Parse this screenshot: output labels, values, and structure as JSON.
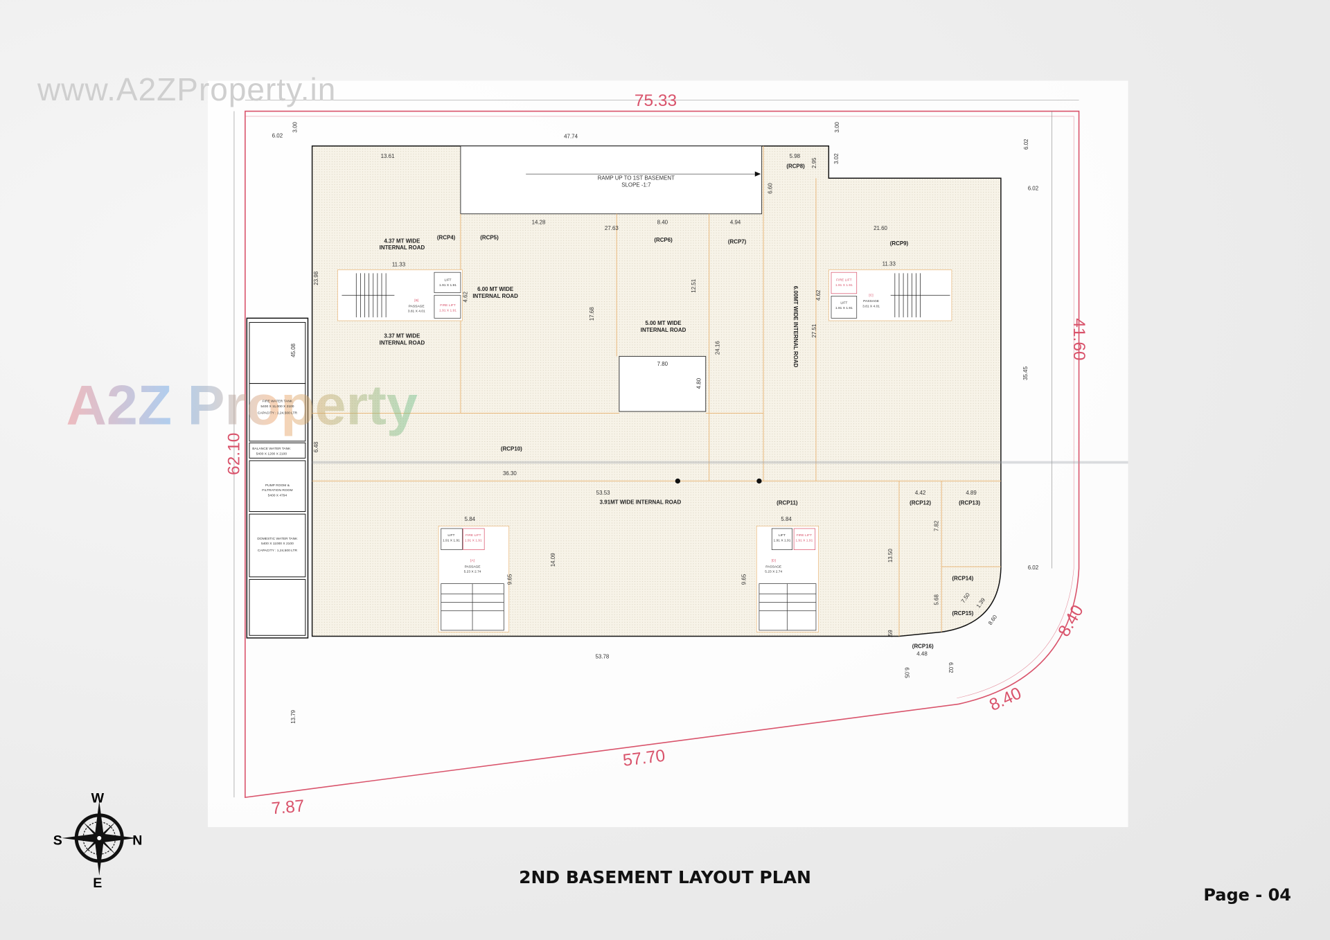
{
  "watermark": {
    "url": "www.A2ZProperty.in",
    "logo": "A2Z Property"
  },
  "title": "2ND BASEMENT LAYOUT PLAN",
  "page": "Page - 04",
  "compass": {
    "w": "W",
    "s": "S",
    "n": "N",
    "e": "E"
  },
  "colors": {
    "boundary": "#d9536b",
    "floor": "#f6f1e4",
    "grid": "#e9b87c",
    "outline": "#111111"
  },
  "plot_dims": {
    "top": "75.33",
    "left": "62.10",
    "right": "41.60",
    "bottom": "57.70",
    "bottom_left": "7.87",
    "curve_a": "8.40",
    "curve_b": "8.40"
  },
  "dims": {
    "d602tl": "6.02",
    "d300a": "3.00",
    "d4774": "47.74",
    "d300b": "3.00",
    "d602tr": "6.02",
    "d602r": "6.02",
    "d1361": "13.61",
    "d598": "5.98",
    "d295": "2.95",
    "d302": "3.02",
    "d660": "6.60",
    "d1428": "14.28",
    "d2763": "27.63",
    "d840": "8.40",
    "d494": "4.94",
    "d2160": "21.60",
    "d1133a": "11.33",
    "d1133b": "11.33",
    "d2398": "23.98",
    "d462a": "4.62",
    "d462b": "4.62",
    "d1768": "17.68",
    "d1251": "12.51",
    "d2416": "24.16",
    "d2751": "27.51",
    "d3545": "35.45",
    "d4508": "45.08",
    "d780": "7.80",
    "d480": "4.80",
    "d648": "6.48",
    "d3630": "36.30",
    "d5353": "53.53",
    "d584a": "5.84",
    "d584b": "5.84",
    "d965a": "9.65",
    "d965b": "9.65",
    "d1409": "14.09",
    "d1350": "13.50",
    "d442": "4.42",
    "d489": "4.89",
    "d782": "7.82",
    "d568": "5.68",
    "d750": "7.50",
    "d139": "1.39",
    "d860": "8.60",
    "d602c": "6.02",
    "d59": ".59",
    "d448": "4.48",
    "d605": "6.05",
    "d602d": "6.02",
    "d5378": "53.78",
    "d1379": "13.79"
  },
  "labels": {
    "rcp4": "(RCP4)",
    "rcp5": "(RCP5)",
    "rcp6": "(RCP6)",
    "rcp7": "(RCP7)",
    "rcp8": "(RCP8)",
    "rcp9": "(RCP9)",
    "rcp10": "(RCP10)",
    "rcp11": "(RCP11)",
    "rcp12": "(RCP12)",
    "rcp13": "(RCP13)",
    "rcp14": "(RCP14)",
    "rcp15": "(RCP15)",
    "rcp16": "(RCP16)",
    "road437_1": "4.37 MT WIDE",
    "road437_2": "INTERNAL ROAD",
    "road600_1": "6.00 MT WIDE",
    "road600_2": "INTERNAL ROAD",
    "road337_1": "3.37 MT WIDE",
    "road337_2": "INTERNAL ROAD",
    "road500_1": "5.00 MT WIDE",
    "road500_2": "INTERNAL ROAD",
    "road600v": "6.00MT WIDE INTERNAL ROAD",
    "road391": "3.91MT WIDE INTERNAL ROAD",
    "ramp": "RAMP UP TO 1ST BASEMENT",
    "slope": "SLOPE -1:7"
  },
  "rooms": {
    "fire_tank_1": "FIRE WATER TANK",
    "fire_tank_2": "5400 X 11,000 X 2100",
    "fire_tank_3": "CAPACITY : 1,24,500 LTR",
    "balance_1": "BALANCE WATER TANK",
    "balance_2": "5400 X 1200 X 2100",
    "pump_1": "PUMP ROOM &",
    "pump_2": "FILTRATION ROOM",
    "pump_3": "5400 X 4794",
    "domestic_1": "DOMESTIC WATER TANK",
    "domestic_2": "5400 X 11000 X 2100",
    "domestic_3": "CAPACITY : 1,24,500 LTR"
  },
  "cores": {
    "lift": "LIFT",
    "lift_size": "1.91 X 1.91",
    "fire_lift": "FIRE LIFT",
    "passage": "PASSAGE",
    "passage_bc": "3.81 X 4.01",
    "passage_ad": "5.23 X 2.74",
    "id_b": "[B]",
    "id_c": "[C]",
    "id_a": "[A]",
    "id_d": "[D]"
  }
}
